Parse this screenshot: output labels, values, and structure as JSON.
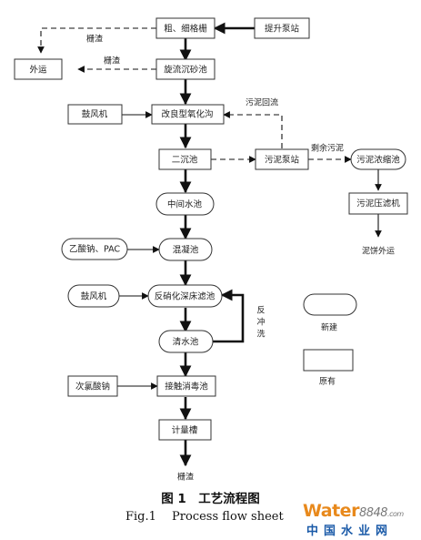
{
  "nodes": {
    "coarse_fine_screen": "粗、细格栅",
    "lift_pump": "提升泵站",
    "outward_transport": "外运",
    "vortex_grit": "旋流沉砂池",
    "blower_1": "鼓风机",
    "oxidation_ditch": "改良型氧化沟",
    "secondary_clarifier": "二沉池",
    "sludge_pump": "污泥泵站",
    "sludge_thickener": "污泥浓缩池",
    "intermediate_pool": "中间水池",
    "sludge_filter_press": "污泥压滤机",
    "chemicals": "乙酸钠、PAC",
    "coagulation": "混凝池",
    "blower_2": "鼓风机",
    "denitrification_filter": "反硝化深床滤池",
    "clear_water": "清水池",
    "sodium_hypochlorite": "次氯酸钠",
    "contact_disinfection": "接触消毒池",
    "metering_tank": "计量槽"
  },
  "labels": {
    "screenings_1": "栅渣",
    "screenings_2": "栅渣",
    "sludge_return": "污泥回流",
    "excess_sludge": "剩余污泥",
    "cake_out": "泥饼外运",
    "backwash_1": "反",
    "backwash_2": "冲",
    "backwash_3": "洗",
    "effluent": "栅渣"
  },
  "legend": {
    "new": "新建",
    "existing": "原有"
  },
  "caption": {
    "zh": "图 1　工艺流程图",
    "en": "Fig.1　 Process flow sheet"
  },
  "watermark": {
    "main": "Water",
    "num": "8848",
    "suffix": ".com",
    "sub": "中国水业网"
  }
}
